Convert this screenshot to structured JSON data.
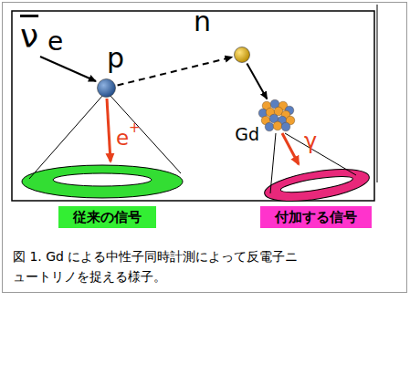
{
  "diagram": {
    "caption": "図 1. Gd による中性子同時計測によって反電子ニュートリノを捉える様子。",
    "nodes": [
      {
        "text": [
          "p"
        ]
      },
      {
        "text": [
          "n"
        ]
      },
      {
        "text": [
          "Gd"
        ]
      },
      {
        "text": [
          "従来の信号"
        ]
      },
      {
        "text": [
          "付加する信号"
        ]
      }
    ],
    "edges": [
      {
        "from": 0,
        "to": 1,
        "arrow": "to"
      },
      {
        "from": 1,
        "to": 2,
        "arrow": "to"
      }
    ],
    "labels": [
      "ν",
      "e",
      "e",
      "+",
      "γ"
    ]
  }
}
